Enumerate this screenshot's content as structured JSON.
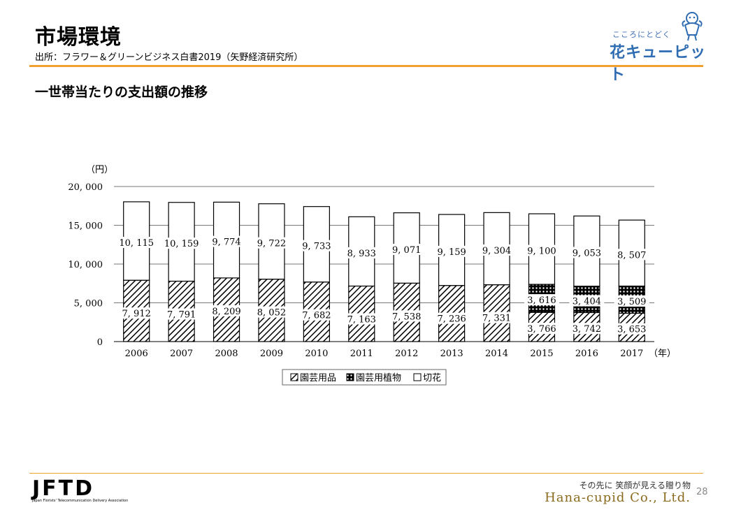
{
  "header": {
    "title": "市場環境",
    "source": "出所：フラワー＆グリーンビジネス白書2019（矢野経済研究所）",
    "subtitle": "一世帯当たりの支出額の推移"
  },
  "logo": {
    "tagline": "こころにとどく",
    "name": "花キューピット"
  },
  "footer": {
    "org_mark": "JFTD",
    "org_name": "Japan Florists' Telecommunication Delivery Association",
    "tagline": "その先に 笑顔が見える贈り物",
    "company": "Hana-cupid Co., Ltd.",
    "page": "28"
  },
  "colors": {
    "accent": "#f0a12f",
    "brand_blue": "#2f6db3",
    "company_gold": "#8a6a1c"
  },
  "chart_data": {
    "type": "bar",
    "stacked": true,
    "title": "一世帯当たりの支出額の推移",
    "y_unit": "（円）",
    "x_unit": "（年）",
    "ylim": [
      0,
      20000
    ],
    "yticks": [
      0,
      5000,
      10000,
      15000,
      20000
    ],
    "ytick_labels": [
      "0",
      "5, 000",
      "10, 000",
      "15, 000",
      "20, 000"
    ],
    "grid": true,
    "legend_position": "bottom",
    "categories": [
      "2006",
      "2007",
      "2008",
      "2009",
      "2010",
      "2011",
      "2012",
      "2013",
      "2014",
      "2015",
      "2016",
      "2017"
    ],
    "series": [
      {
        "name": "園芸用品",
        "pattern": "diagonal-hatch",
        "values": [
          7912,
          7791,
          8209,
          8052,
          7682,
          7163,
          7538,
          7236,
          7331,
          3766,
          3742,
          3653
        ],
        "labels": [
          "7, 912",
          "7, 791",
          "8, 209",
          "8, 052",
          "7, 682",
          "7, 163",
          "7, 538",
          "7, 236",
          "7, 331",
          "3, 766",
          "3, 742",
          "3, 653"
        ]
      },
      {
        "name": "園芸用植物",
        "pattern": "dots",
        "values": [
          null,
          null,
          null,
          null,
          null,
          null,
          null,
          null,
          null,
          3616,
          3404,
          3509
        ],
        "labels": [
          "",
          "",
          "",
          "",
          "",
          "",
          "",
          "",
          "",
          "3, 616",
          "3, 404",
          "3, 509"
        ]
      },
      {
        "name": "切花",
        "pattern": "white",
        "values": [
          10115,
          10159,
          9774,
          9722,
          9733,
          8933,
          9071,
          9159,
          9304,
          9100,
          9053,
          8507
        ],
        "labels": [
          "10, 115",
          "10, 159",
          "9, 774",
          "9, 722",
          "9, 733",
          "8, 933",
          "9, 071",
          "9, 159",
          "9, 304",
          "9, 100",
          "9, 053",
          "8, 507"
        ]
      }
    ]
  }
}
